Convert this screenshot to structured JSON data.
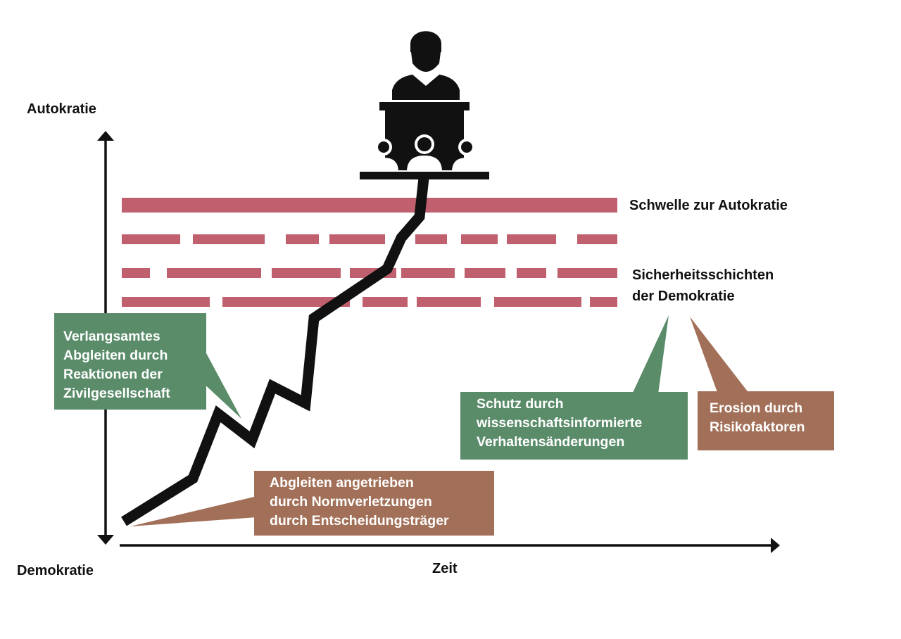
{
  "axes": {
    "y_top_label": "Autokratie",
    "y_bottom_label": "Demokratie",
    "x_label": "Zeit"
  },
  "threshold": {
    "label": "Schwelle zur Autokratie"
  },
  "layers": {
    "label_lines": [
      "Sicherheitsschichten",
      "der Demokratie"
    ]
  },
  "callouts": {
    "civil_society": {
      "lines": [
        "Verlangsamtes",
        "Abgleiten durch",
        "Reaktionen der",
        "Zivilgesellschaft"
      ]
    },
    "norm_violations": {
      "lines": [
        "Abgleiten angetrieben",
        "durch Normverletzungen",
        "durch Entscheidungsträger"
      ]
    },
    "science_protection": {
      "lines": [
        "Schutz durch",
        "wissenschaftsinformierte",
        "Verhaltensänderungen"
      ]
    },
    "risk_erosion": {
      "lines": [
        "Erosion durch",
        "Risikofaktoren"
      ]
    }
  },
  "icons": {
    "top": "speaker-at-podium-with-audience-icon"
  },
  "colors": {
    "threshold": "#c0606e",
    "green_box": "#5a8c6a",
    "brown_box": "#a27058",
    "line": "#111111"
  }
}
